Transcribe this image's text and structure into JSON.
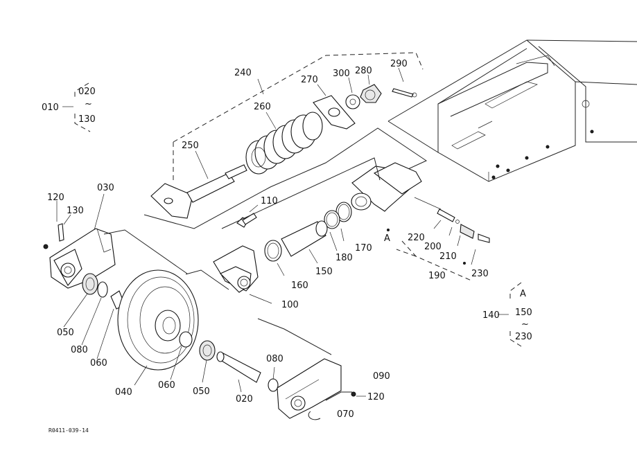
{
  "labels": {
    "p010": "010",
    "p020_top": "020",
    "tilde_top": "~",
    "p130_top": "130",
    "p240": "240",
    "p260": "260",
    "p270": "270",
    "p300": "300",
    "p280": "280",
    "p290": "290",
    "p250": "250",
    "p030": "030",
    "p120_left": "120",
    "p130_left": "130",
    "p110": "110",
    "p220": "220",
    "p200": "200",
    "p210": "210",
    "p190": "190",
    "p230_a": "230",
    "pA": "A",
    "p170": "170",
    "p180": "180",
    "p150": "150",
    "p160": "160",
    "p100": "100",
    "p140": "140",
    "pA_group": "A",
    "p150_group": "150",
    "tilde_group": "~",
    "p230_group": "230",
    "p050_left": "050",
    "p080_left": "080",
    "p060_left": "060",
    "p040": "040",
    "p060_mid": "060",
    "p050_mid": "050",
    "p020": "020",
    "p080_right": "080",
    "p090": "090",
    "p120_right": "120",
    "p070": "070",
    "footer_code": "R0411-039-14"
  }
}
